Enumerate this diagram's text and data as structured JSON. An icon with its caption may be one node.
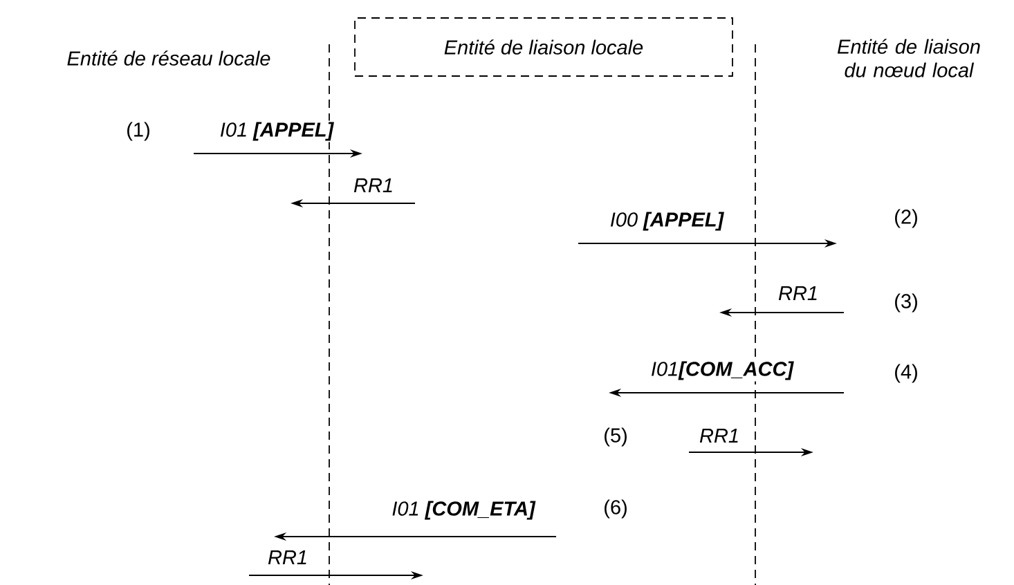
{
  "diagram": {
    "nodes": [
      {
        "text": [
          "Entité de réseau locale"
        ]
      },
      {
        "text": [
          "Entité de liaison locale"
        ]
      },
      {
        "text": [
          "Entité de liaison du nœud local"
        ]
      }
    ],
    "labels": [
      "(1)",
      "I01 **[APPEL]**",
      "RR1",
      "I00 **[APPEL]**",
      "(2)",
      "RR1",
      "(3)",
      "I01**[COM_ACC]**",
      "(4)",
      "(5)",
      "RR1",
      "I01 **[COM_ETA]**",
      "(6)",
      "RR1"
    ]
  }
}
